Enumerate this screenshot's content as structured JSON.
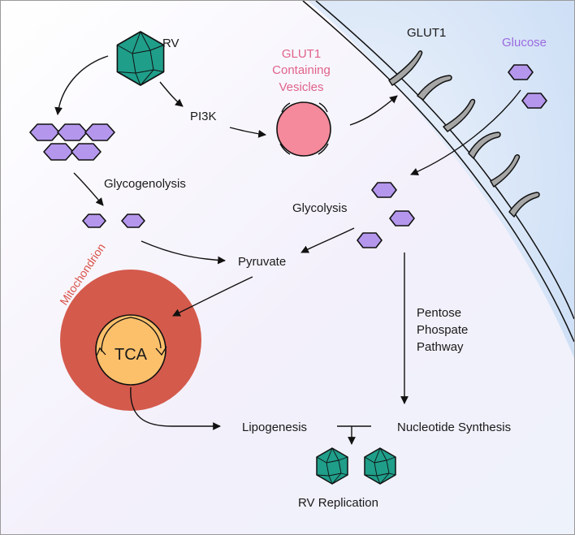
{
  "labels": {
    "rv": "RV",
    "pi3k": "PI3K",
    "glut1_vesicles": [
      "GLUT1",
      "Containing",
      "Vesicles"
    ],
    "glut1": "GLUT1",
    "glucose": "Glucose",
    "glycogenolysis": "Glycogenolysis",
    "glycolysis": "Glycolysis",
    "pyruvate": "Pyruvate",
    "mitochondrion": "Mitochondrion",
    "tca": "TCA",
    "pentose": [
      "Pentose",
      "Phospate",
      "Pathway"
    ],
    "lipogenesis": "Lipogenesis",
    "nucleotide": "Nucleotide Synthesis",
    "rv_replication": "RV Replication"
  },
  "colors": {
    "hexagon": "#b497ec",
    "vesicle": "#f48a9b",
    "vesicle_label": "#e0638a",
    "glucose_label": "#9b6be0",
    "mitochondrion_outer": "#d45a4c",
    "mitochondrion_label": "#d9524a",
    "tca_core": "#fcc06b",
    "virus": "#1f9e8a",
    "glut_channel": "#a6a6a6",
    "cell_interior": "#dbe8f8"
  }
}
